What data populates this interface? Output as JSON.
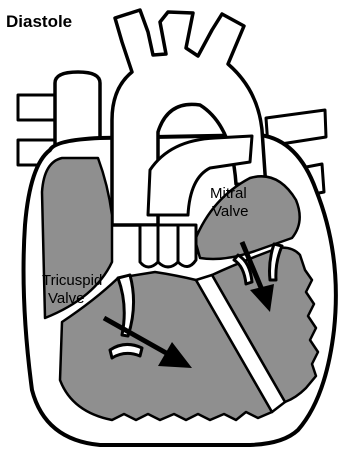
{
  "title": "Diastole",
  "labels": {
    "mitral_line1": "Mitral",
    "mitral_line2": "Valve",
    "tricuspid_line1": "Tricuspid",
    "tricuspid_line2": "Valve"
  },
  "colors": {
    "chamber_fill": "#8f8f8f",
    "vessel_fill": "#ffffff",
    "outline": "#000000",
    "background": "#ffffff"
  }
}
